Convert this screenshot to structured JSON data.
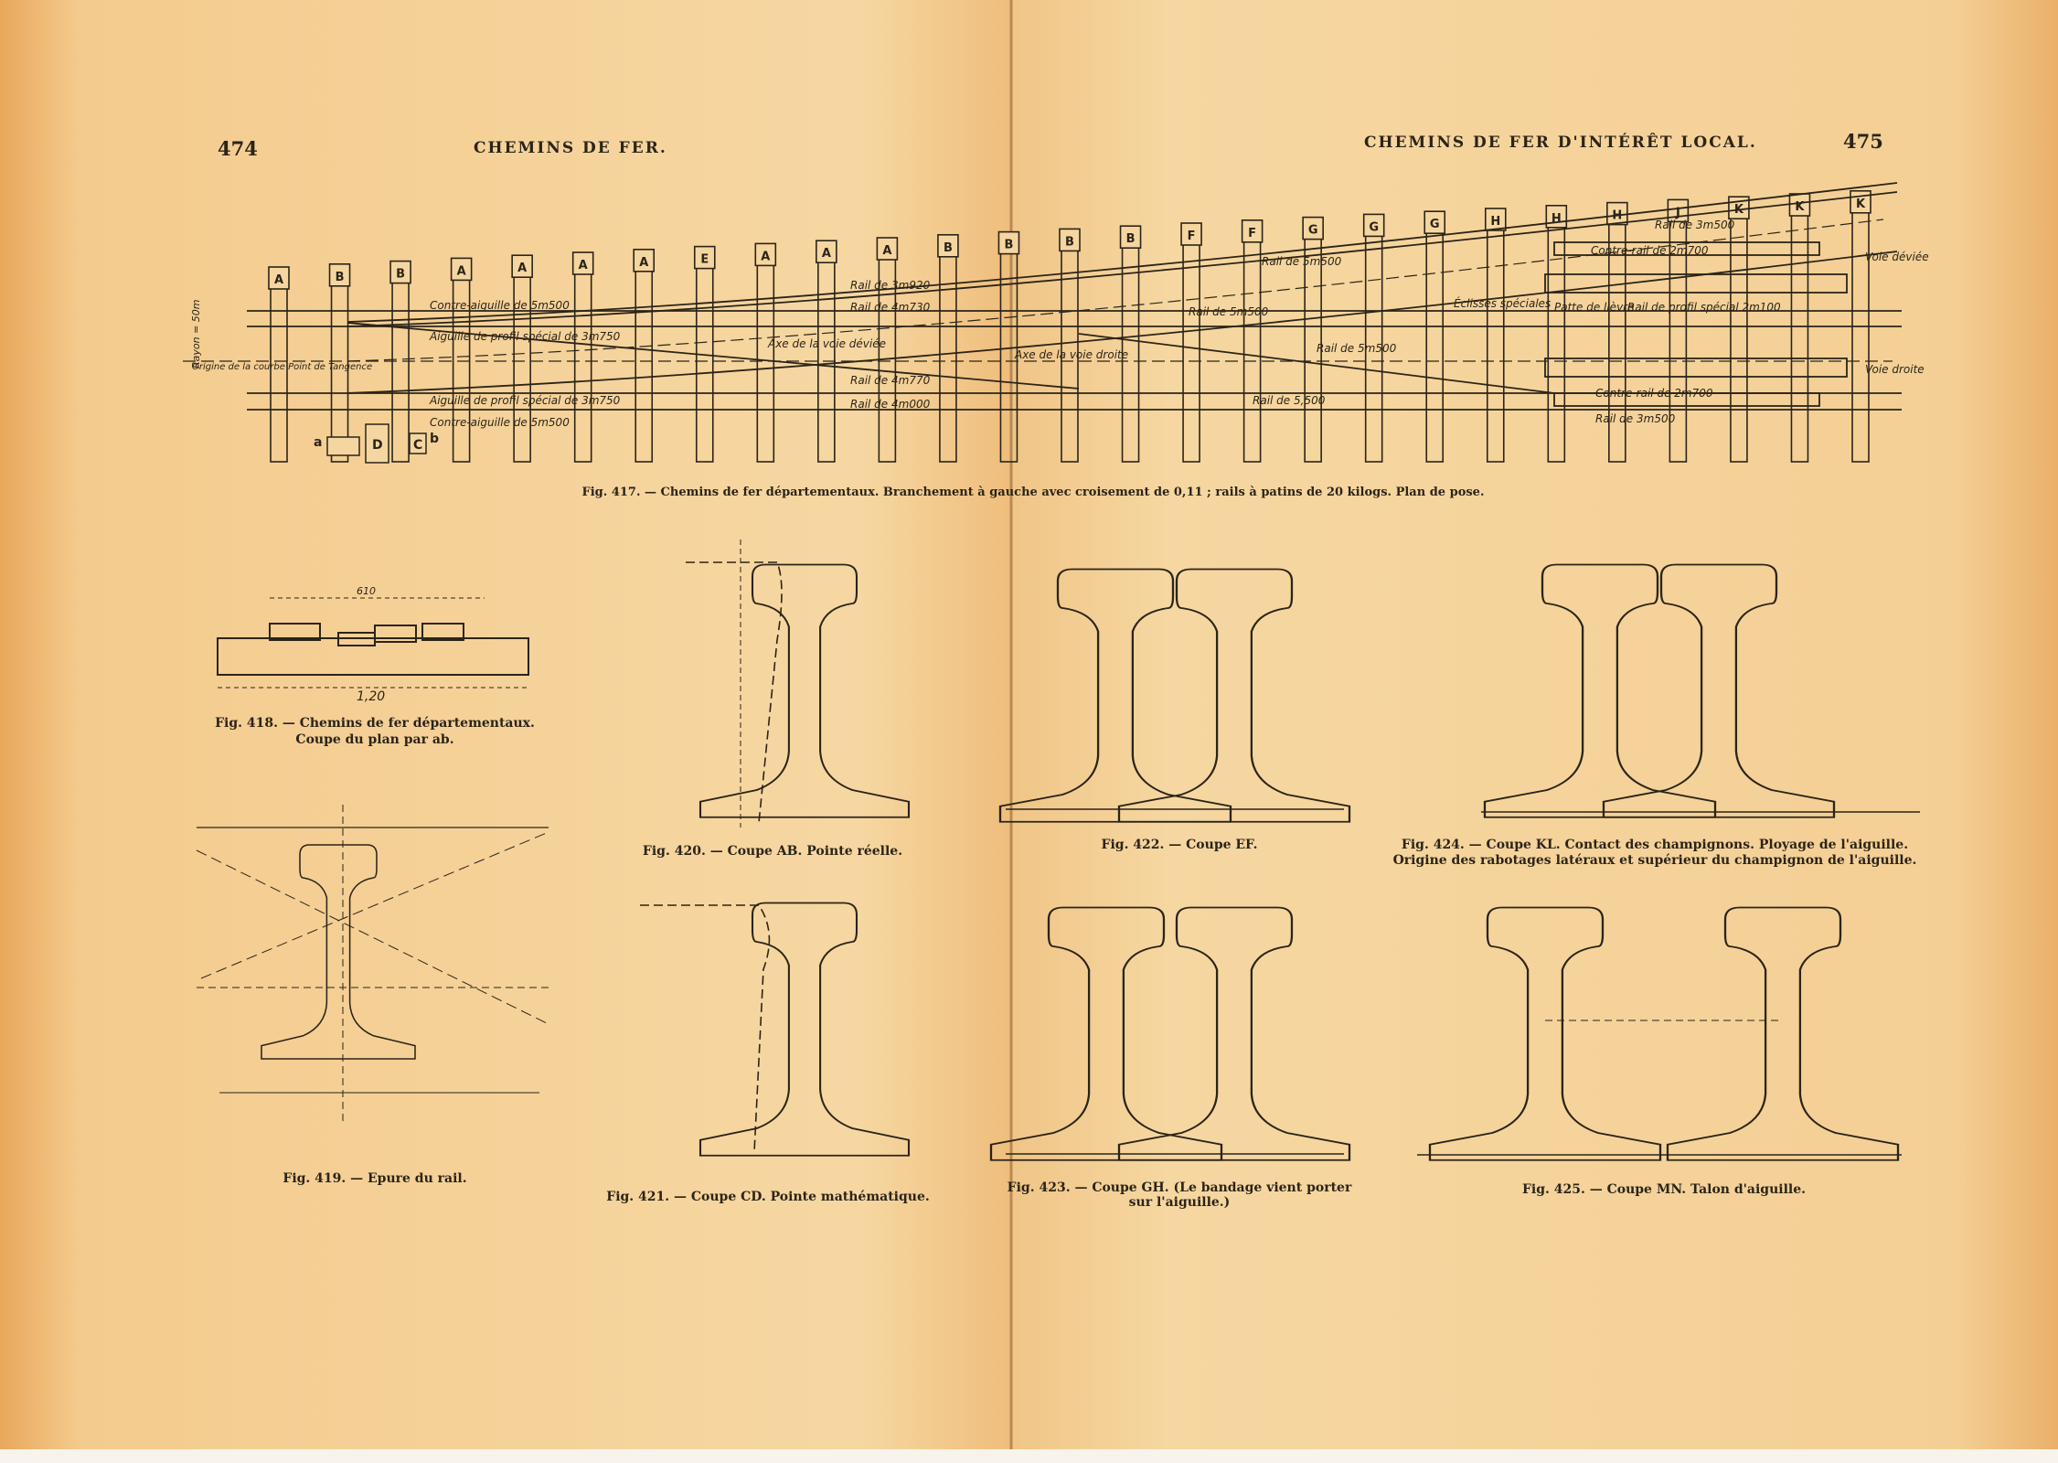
{
  "page_left": {
    "number": "474",
    "header": "CHEMINS DE FER."
  },
  "page_right": {
    "number": "475",
    "header": "CHEMINS DE FER D'INTÉRÊT LOCAL."
  },
  "figures": {
    "fig417": "Fig. 417. — Chemins de fer départementaux. Branchement à gauche avec croisement de 0,11 ; rails à patins de 20 kilogs. Plan de pose.",
    "fig418_line1": "Fig. 418. — Chemins de fer départementaux.",
    "fig418_line2": "Coupe du plan par ab.",
    "fig419": "Fig. 419. — Epure du rail.",
    "fig420": "Fig. 420. — Coupe AB. Pointe réelle.",
    "fig421": "Fig. 421. — Coupe CD. Pointe mathématique.",
    "fig422": "Fig. 422. — Coupe EF.",
    "fig423_line1": "Fig. 423. — Coupe GH. (Le bandage vient porter",
    "fig423_line2": "sur l'aiguille.)",
    "fig424_line1": "Fig. 424. — Coupe KL. Contact des champignons. Ployage de l'aiguille.",
    "fig424_line2": "Origine des rabotages latéraux et supérieur du champignon de l'aiguille.",
    "fig425": "Fig. 425. — Coupe MN. Talon d'aiguille."
  },
  "plan": {
    "sleeper_letters": [
      "A",
      "B",
      "B",
      "A",
      "A",
      "A",
      "A",
      "E",
      "A",
      "A",
      "A",
      "B",
      "B",
      "B",
      "B",
      "F",
      "F",
      "G",
      "G",
      "G",
      "H",
      "H",
      "H",
      "J",
      "K",
      "K",
      "K"
    ],
    "labels": {
      "contre_aiguille_top": "Contre-aiguille de 5m500",
      "aiguille_top": "Aiguille de profil spécial de 3m750",
      "aiguille_bottom": "Aiguille de profil spécial de 3m750",
      "contre_aiguille_bottom": "Contre-aiguille de 5m500",
      "rail_3920": "Rail de 3m920",
      "rail_4730": "Rail de 4m730",
      "rail_4770": "Rail de 4m770",
      "rail_4000": "Rail de 4m000",
      "axe_devie": "Axe de la voie déviée",
      "axe_droite": "Axe de la voie droite",
      "rail_5500_a": "Rail de 5m500",
      "rail_5500_b": "Rail de 5m500",
      "rail_5500_c": "Rail de 5m500",
      "rail_5500_d": "Rail de 5,500",
      "contre_rail_top": "Contre-rail de 2m700",
      "contre_rail_bottom": "Contre-rail de 2m700",
      "rail_3500_top": "Rail de 3m500",
      "rail_3500_bottom": "Rail de 3m500",
      "rail_profil": "Rail de profil spécial 2m100",
      "eclisses": "Éclisses spéciales",
      "patte_lievre": "Patte de lièvre",
      "voie_deviee": "Voie déviée",
      "voie_droite": "Voie droite",
      "origine_courbe": "Origine de la courbe Point de Tangence",
      "rayon": "Rayon = 50m"
    },
    "section_letters": [
      "a",
      "D",
      "C",
      "b"
    ]
  },
  "fig418_dims": {
    "top": "610",
    "bottom": "1,20"
  }
}
